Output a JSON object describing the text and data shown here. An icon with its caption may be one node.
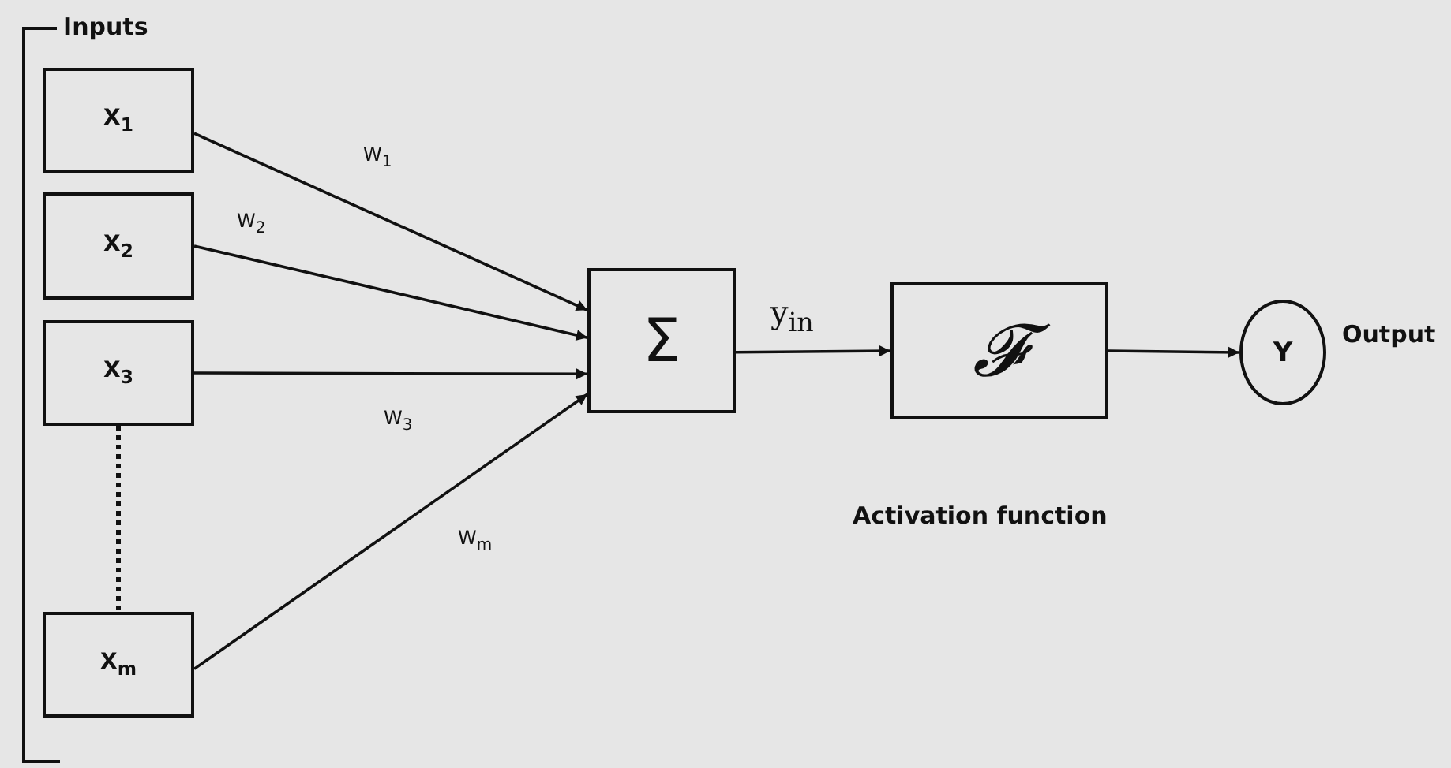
{
  "diagram": {
    "nodes": [
      {
        "text": [
          "X$_{1}$"
        ]
      },
      {
        "text": [
          "X$_{2}$"
        ]
      },
      {
        "text": [
          "X$_{3}$"
        ]
      },
      {
        "text": [
          "X$_{m}$"
        ]
      },
      {
        "text": [
          "Σ"
        ]
      },
      {
        "text": [
          "𝓕"
        ],
        "beside": [
          "Activation function"
        ]
      },
      {
        "text": [
          "Y"
        ],
        "beside": [
          "Output"
        ]
      }
    ],
    "edges": [
      {
        "from": 0,
        "to": 4,
        "arrow": "to",
        "label": "W$_{1}$"
      },
      {
        "from": 1,
        "to": 4,
        "arrow": "to",
        "label": "W$_{2}$"
      },
      {
        "from": 2,
        "to": 4,
        "arrow": "to",
        "label": "W$_{3}$"
      },
      {
        "from": 3,
        "to": 4,
        "arrow": "to",
        "label": "W$_{m}$"
      },
      {
        "from": 4,
        "to": 5,
        "arrow": "to",
        "label": "y$_{in}$"
      },
      {
        "from": 5,
        "to": 6,
        "arrow": "to"
      },
      {
        "from": 2,
        "to": 3,
        "arrow": "none",
        "style": "dashed"
      }
    ],
    "labels": [
      "Inputs"
    ]
  }
}
